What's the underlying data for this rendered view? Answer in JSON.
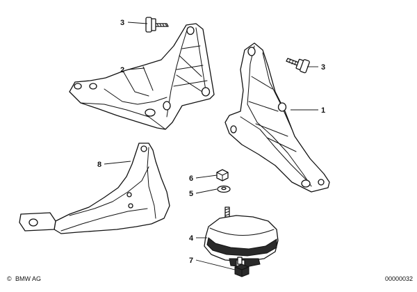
{
  "callouts": [
    "1",
    "2",
    "3",
    "3",
    "4",
    "5",
    "6",
    "7",
    "8"
  ],
  "footer": {
    "copyright_symbol": "©",
    "copyright_text": "BMW AG",
    "diagram_number": "00000032"
  }
}
